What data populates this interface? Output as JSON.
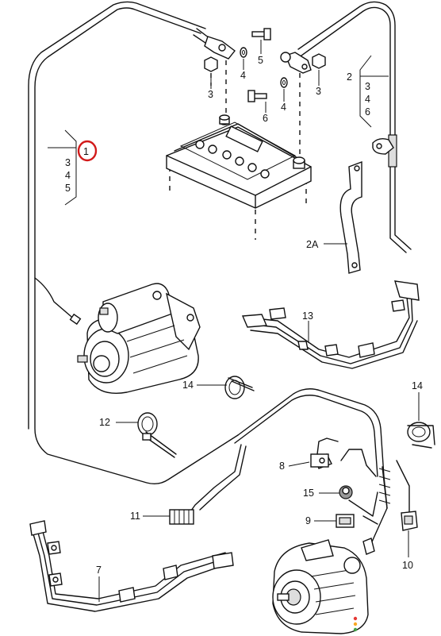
{
  "labels": {
    "p1": "1",
    "p2": "2",
    "p2a": "2A",
    "p3": "3",
    "p4": "4",
    "p5": "5",
    "p6": "6",
    "p7": "7",
    "p8": "8",
    "p9": "9",
    "p10": "10",
    "p11": "11",
    "p12": "12",
    "p13": "13",
    "p14": "14",
    "p15": "15"
  },
  "colors": {
    "line": "#111111",
    "highlight": "#d21a1a",
    "dot_red": "#e53935",
    "dot_yellow": "#f9a825",
    "dot_green": "#43a047"
  }
}
